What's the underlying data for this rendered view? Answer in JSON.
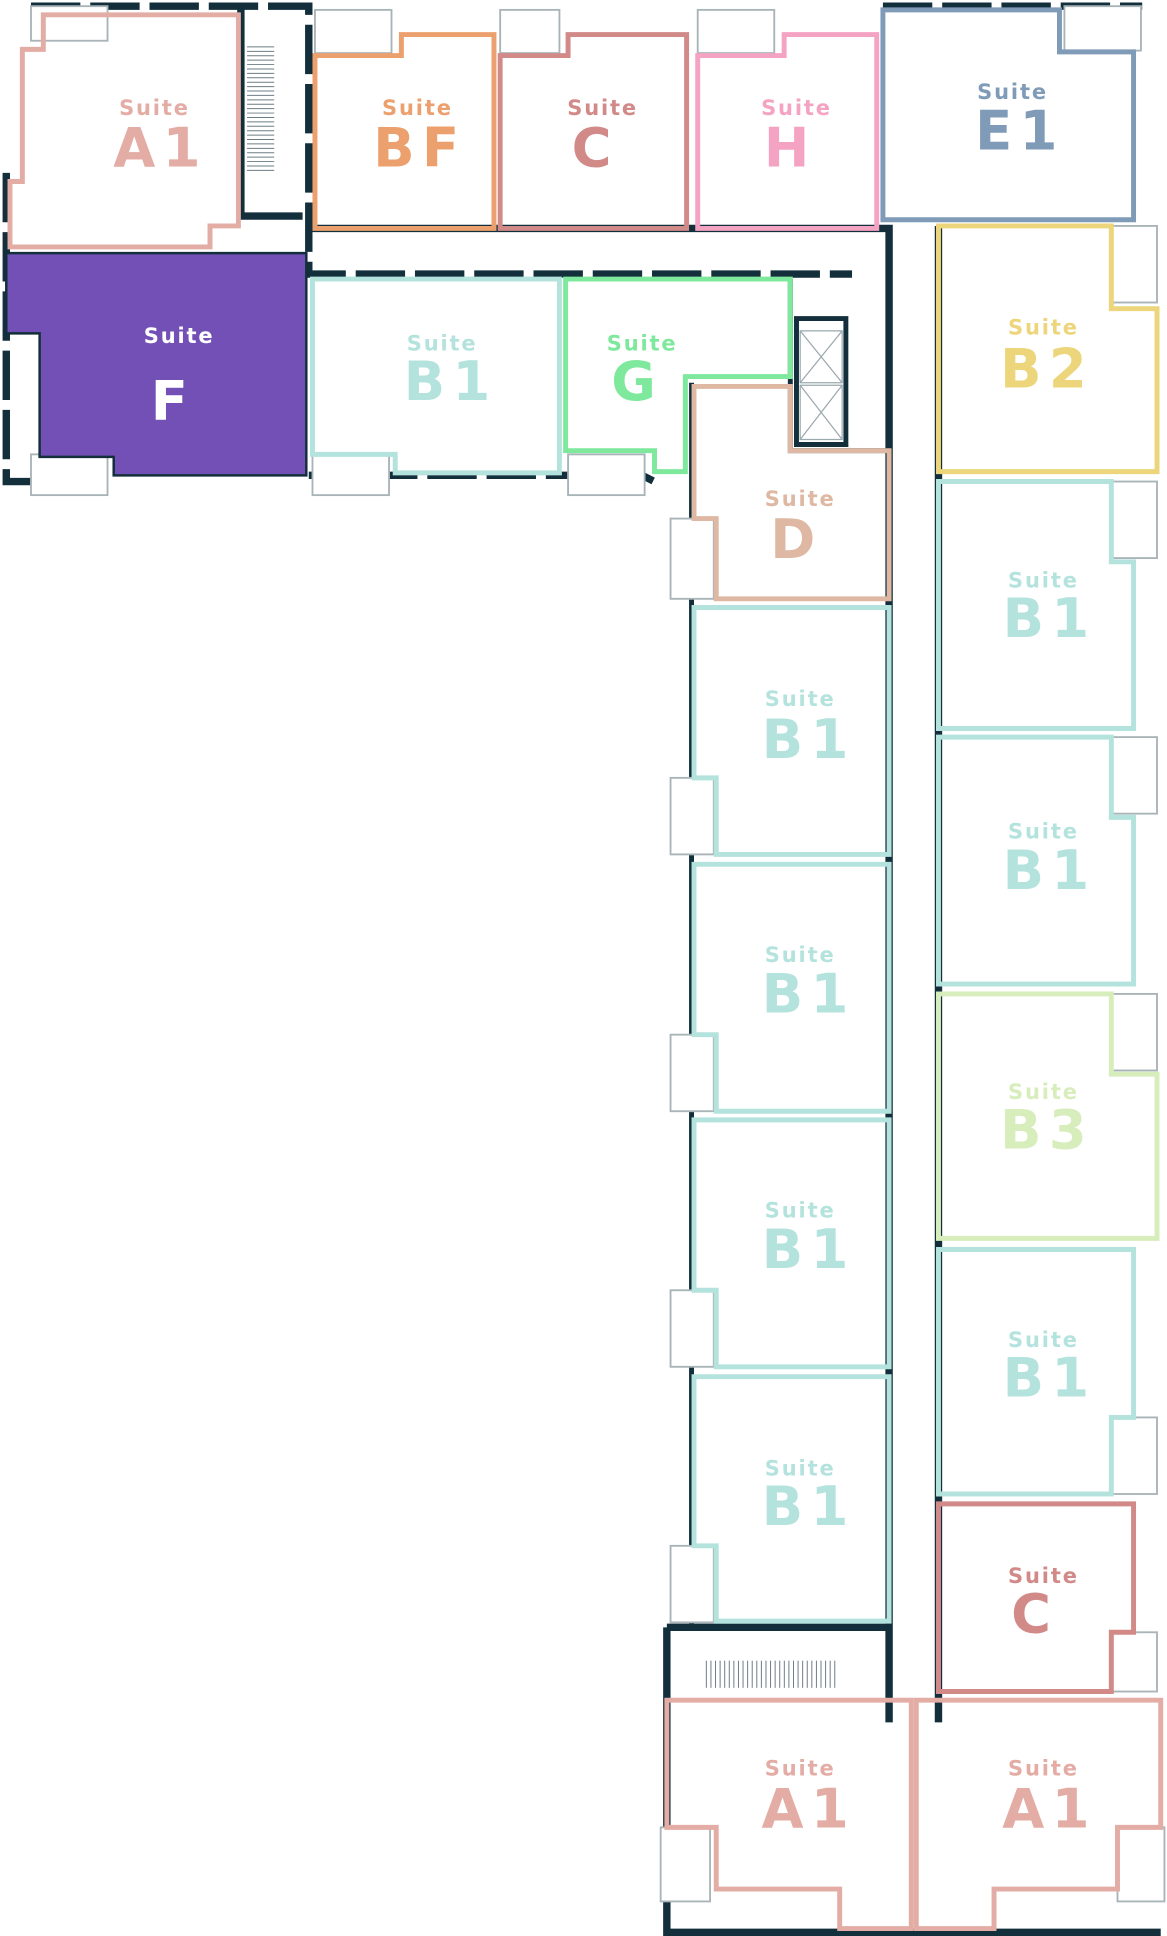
{
  "plan": {
    "suite_word": "Suite",
    "colors": {
      "wall": "#122f3b",
      "A1": "#e3aca4",
      "BF": "#eba06e",
      "C": "#d18a88",
      "H": "#f5a3c2",
      "E1": "#7f9bb8",
      "F": "#7350b5",
      "B1": "#b4e3de",
      "G": "#7ee89c",
      "D": "#deb8a2",
      "B2": "#ecd57a",
      "B3": "#d8edbc"
    },
    "suites": [
      {
        "code": "A1",
        "word": "Suite"
      },
      {
        "code": "BF",
        "word": "Suite"
      },
      {
        "code": "C",
        "word": "Suite"
      },
      {
        "code": "H",
        "word": "Suite"
      },
      {
        "code": "E1",
        "word": "Suite"
      },
      {
        "code": "F",
        "word": "Suite",
        "selected": true
      },
      {
        "code": "B1",
        "word": "Suite"
      },
      {
        "code": "G",
        "word": "Suite"
      },
      {
        "code": "D",
        "word": "Suite"
      },
      {
        "code": "B2",
        "word": "Suite"
      },
      {
        "code": "B1",
        "word": "Suite"
      },
      {
        "code": "B1",
        "word": "Suite"
      },
      {
        "code": "B3",
        "word": "Suite"
      },
      {
        "code": "B1",
        "word": "Suite"
      },
      {
        "code": "C",
        "word": "Suite"
      },
      {
        "code": "B1",
        "word": "Suite"
      },
      {
        "code": "B1",
        "word": "Suite"
      },
      {
        "code": "B1",
        "word": "Suite"
      },
      {
        "code": "B1",
        "word": "Suite"
      },
      {
        "code": "A1",
        "word": "Suite"
      },
      {
        "code": "A1",
        "word": "Suite"
      }
    ]
  }
}
